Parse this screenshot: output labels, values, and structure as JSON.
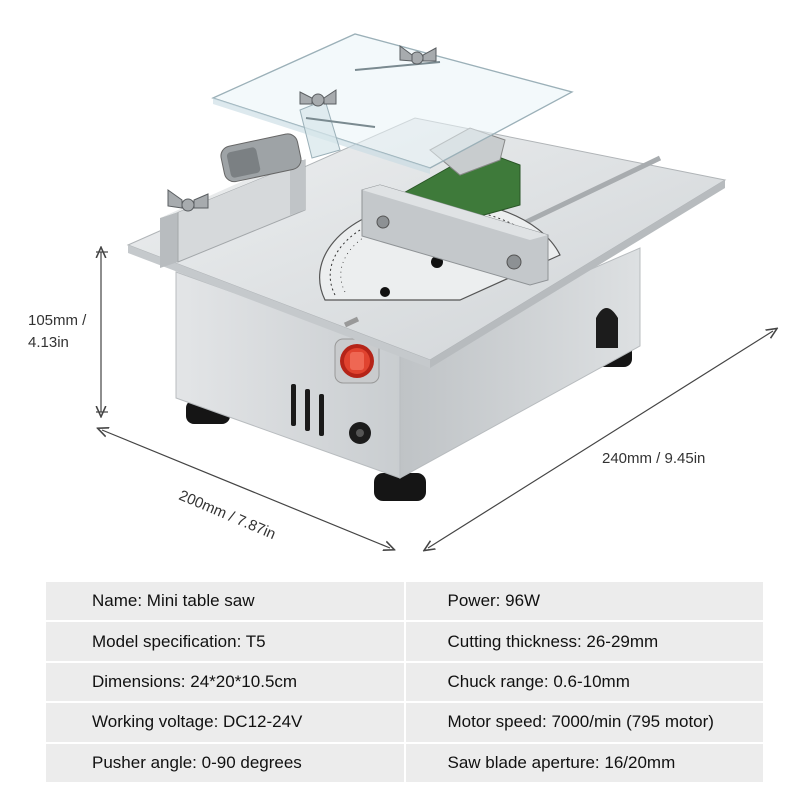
{
  "dimensions": {
    "height_mm": "105mm /",
    "height_in": "4.13in",
    "depth": "240mm / 9.45in",
    "width": "200mm / 7.87in"
  },
  "colors": {
    "table_bg": "#ececec",
    "blade_green": "#3e7a3a",
    "switch_red": "#d83a2a",
    "aluminum": "#d9dcde"
  },
  "specs": {
    "rows": [
      {
        "left": "Name: Mini table saw",
        "right": "Power: 96W"
      },
      {
        "left": "Model specification: T5",
        "right": "Cutting thickness: 26-29mm"
      },
      {
        "left": "Dimensions: 24*20*10.5cm",
        "right": "Chuck range: 0.6-10mm"
      },
      {
        "left": "Working voltage: DC12-24V",
        "right": "Motor speed: 7000/min (795 motor)"
      },
      {
        "left": "Pusher angle: 0-90 degrees",
        "right": "Saw blade aperture: 16/20mm"
      }
    ]
  }
}
